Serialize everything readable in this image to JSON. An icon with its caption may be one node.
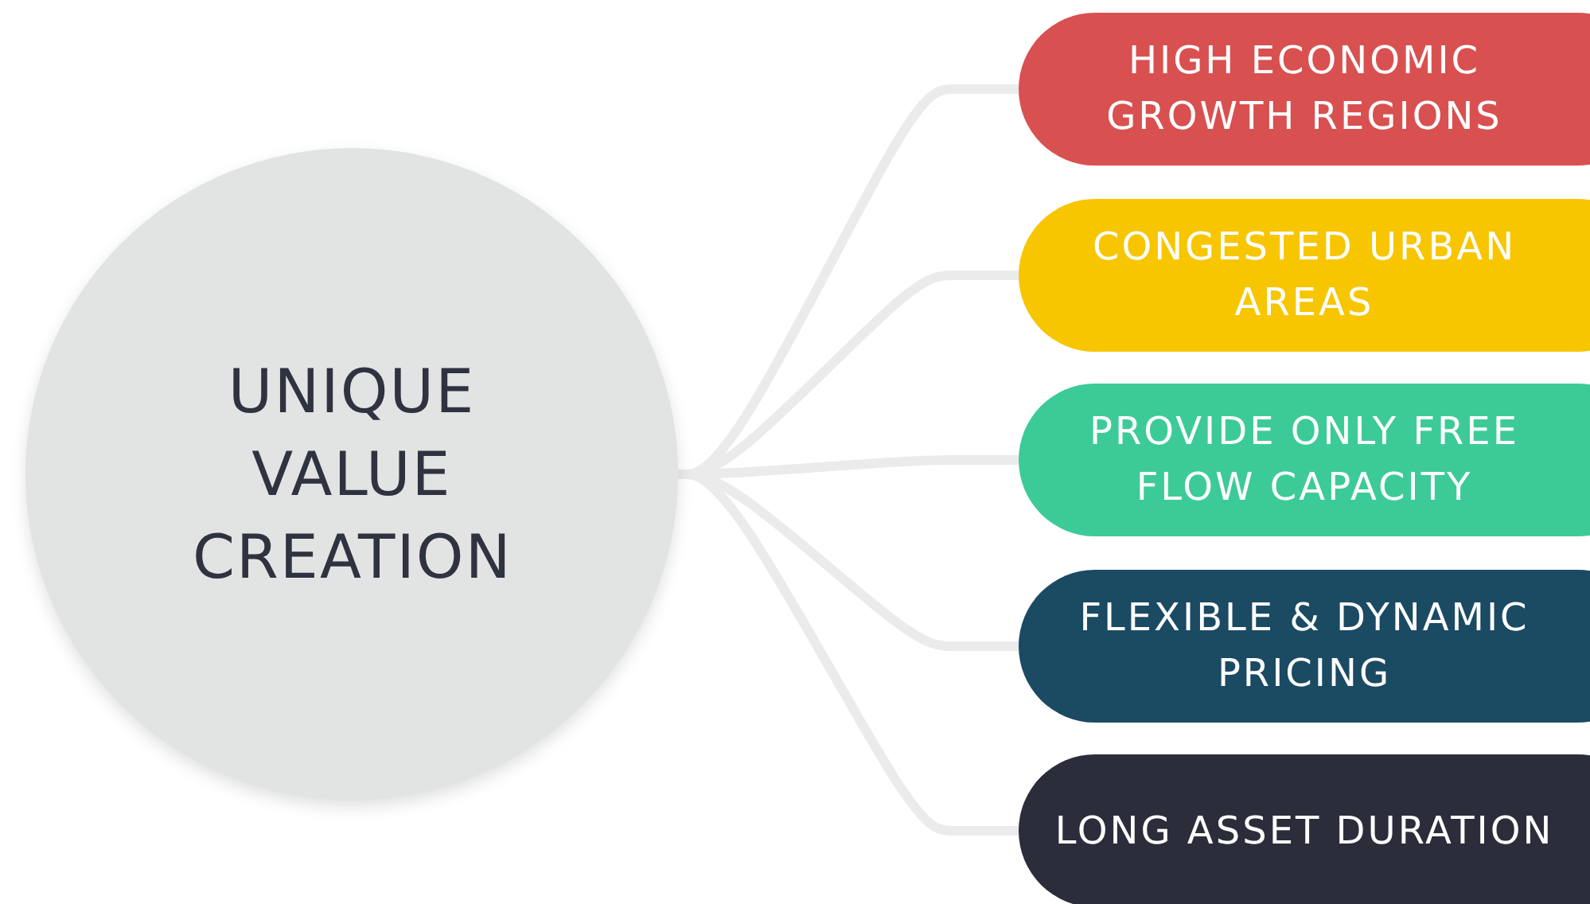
{
  "diagram": {
    "nodes": [
      {
        "text": [
          "UNIQUE VALUE CREATION"
        ]
      },
      {
        "text": [
          "HIGH ECONOMIC GROWTH REGIONS"
        ]
      },
      {
        "text": [
          "CONGESTED URBAN AREAS"
        ]
      },
      {
        "text": [
          "PROVIDE ONLY FREE FLOW CAPACITY"
        ]
      },
      {
        "text": [
          "FLEXIBLE & DYNAMIC PRICING"
        ]
      },
      {
        "text": [
          "LONG ASSET DURATION"
        ]
      }
    ],
    "edges": [
      {
        "from": 0,
        "to": 1,
        "arrow": "none"
      },
      {
        "from": 0,
        "to": 2,
        "arrow": "none"
      },
      {
        "from": 0,
        "to": 3,
        "arrow": "none"
      },
      {
        "from": 0,
        "to": 4,
        "arrow": "none"
      },
      {
        "from": 0,
        "to": 5,
        "arrow": "none"
      }
    ]
  }
}
